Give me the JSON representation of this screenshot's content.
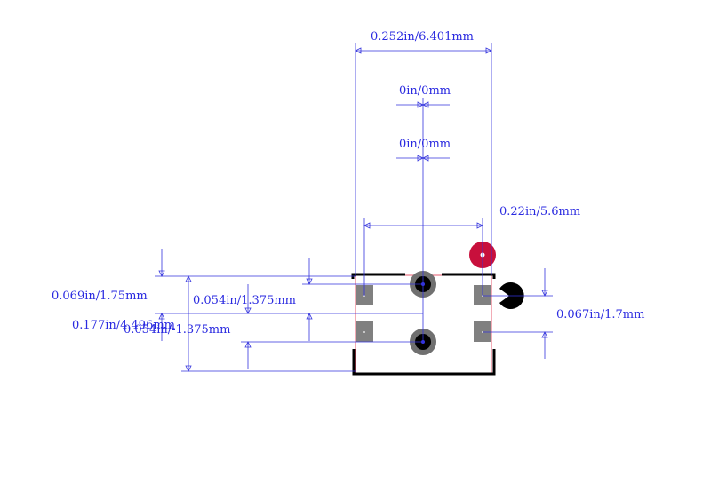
{
  "dimensions": {
    "overall_width": "0.252in/6.401mm",
    "hole_offset_1": "0in/0mm",
    "hole_offset_2": "0in/0mm",
    "pad_pitch_x": "0.22in/5.6mm",
    "pad_height": "0.069in/1.75mm",
    "overall_height": "0.177in/4.496mm",
    "pad_offset_top": "0.054in/1.375mm",
    "pad_offset_bottom": "0.054in/-1.375mm",
    "pad_pitch_y": "0.067in/1.7mm"
  },
  "colors": {
    "dimension": "#3333dd",
    "silkscreen": "#000000",
    "courtyard": "#e0304a",
    "pad": "#808080",
    "pin1_marker": "#c8103c",
    "hole_ring": "#707070"
  }
}
